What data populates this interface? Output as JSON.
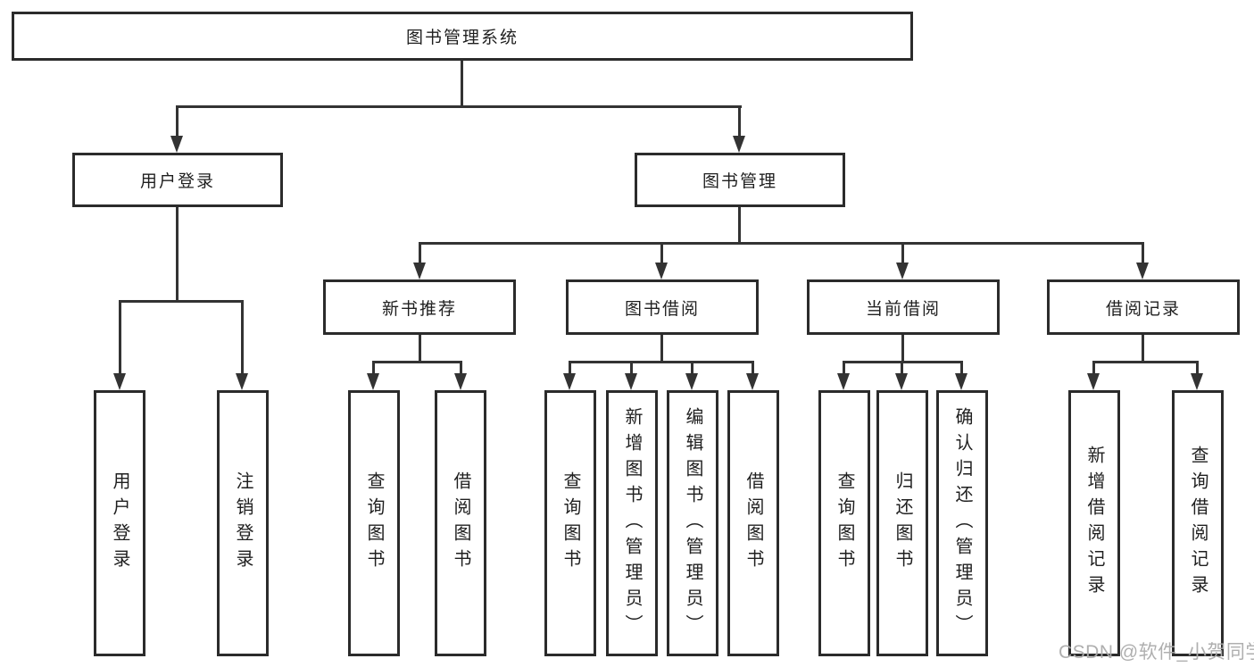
{
  "diagram": {
    "type": "hierarchy-tree",
    "colors": {
      "background": "#ffffff",
      "box_border": "#2b2b2b",
      "connector_line": "#333333",
      "text": "#1f1f1f",
      "watermark": "#ababab"
    },
    "watermark": "CSDN @软件_小贺同学",
    "labels": {
      "root": "图书管理系统",
      "user_login": "用户登录",
      "book_mgmt": "图书管理",
      "new_books": "新书推荐",
      "book_borrow": "图书借阅",
      "current_borrow": "当前借阅",
      "borrow_records": "借阅记录",
      "ul_login": "用户登录",
      "ul_logout": "注销登录",
      "nb_query": "查询图书",
      "nb_borrow": "借阅图书",
      "bb_query": "查询图书",
      "bb_add": "新增图书（管理员）",
      "bb_edit": "编辑图书（管理员）",
      "bb_borrow": "借阅图书",
      "cb_query": "查询图书",
      "cb_return": "归还图书",
      "cb_confirm": "确认归还（管理员）",
      "br_add": "新增借阅记录",
      "br_query": "查询借阅记录"
    },
    "hierarchy": {
      "图书管理系统": {
        "用户登录": [
          "用户登录",
          "注销登录"
        ],
        "图书管理": {
          "新书推荐": [
            "查询图书",
            "借阅图书"
          ],
          "图书借阅": [
            "查询图书",
            "新增图书（管理员）",
            "编辑图书（管理员）",
            "借阅图书"
          ],
          "当前借阅": [
            "查询图书",
            "归还图书",
            "确认归还（管理员）"
          ],
          "借阅记录": [
            "新增借阅记录",
            "查询借阅记录"
          ]
        }
      }
    }
  }
}
